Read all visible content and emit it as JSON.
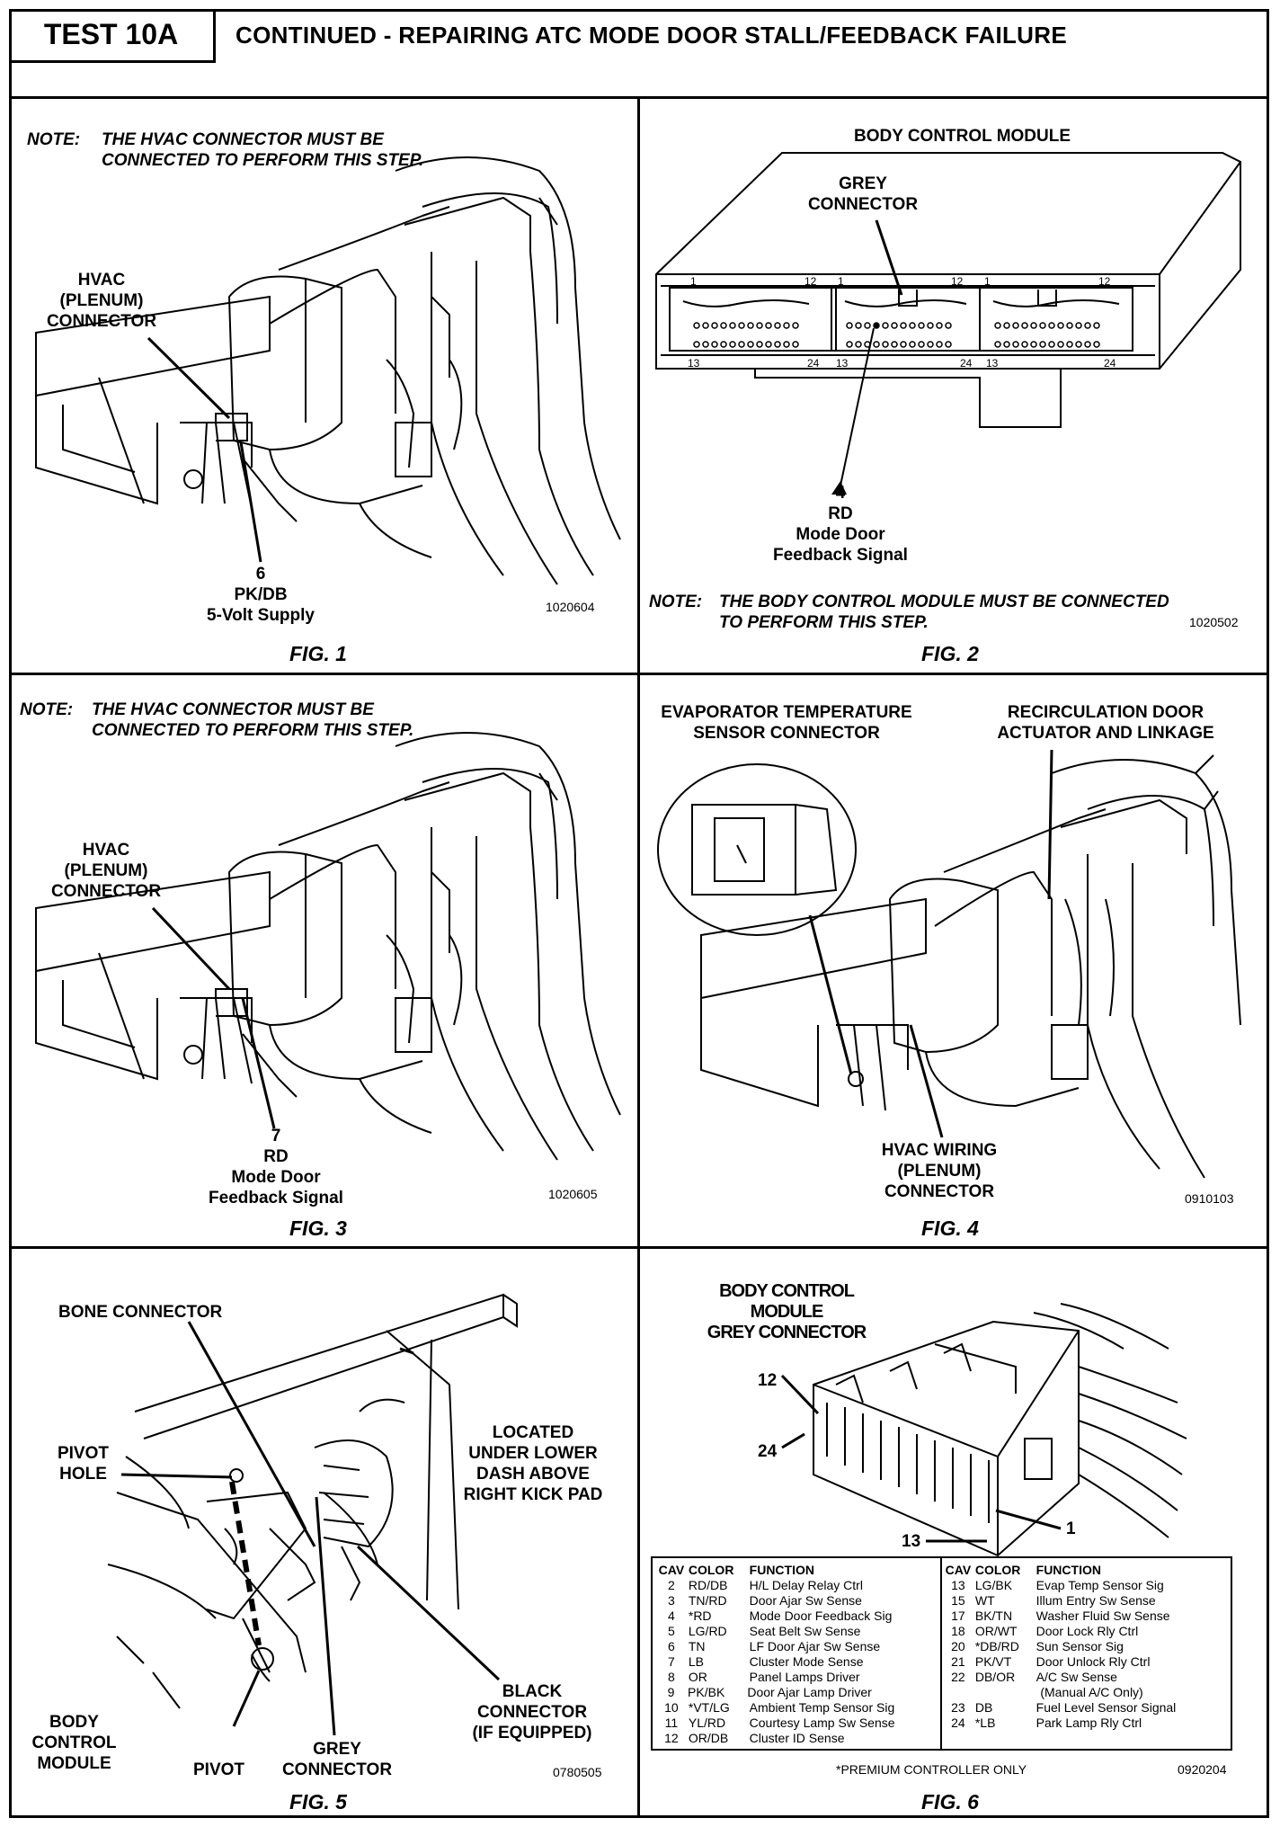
{
  "header": {
    "test_label": "TEST 10A",
    "title": "CONTINUED - REPAIRING ATC MODE DOOR STALL/FEEDBACK FAILURE"
  },
  "fig1": {
    "note_prefix": "NOTE:",
    "note_line1": "THE HVAC CONNECTOR MUST BE",
    "note_line2": "CONNECTED TO PERFORM THIS STEP.",
    "connector_label": [
      "HVAC",
      "(PLENUM)",
      "CONNECTOR"
    ],
    "pin_label": [
      "6",
      "PK/DB",
      "5-Volt Supply"
    ],
    "code": "1020604",
    "caption": "FIG. 1"
  },
  "fig2": {
    "title": "BODY CONTROL MODULE",
    "connector_label": [
      "GREY",
      "CONNECTOR"
    ],
    "pin_numbers": [
      "1",
      "12",
      "1",
      "12",
      "1",
      "12",
      "13",
      "24",
      "13",
      "24",
      "13",
      "24"
    ],
    "pin_label": [
      "4",
      "RD",
      "Mode Door",
      "Feedback Signal"
    ],
    "note_prefix": "NOTE:",
    "note_line1": "THE BODY CONTROL MODULE MUST BE CONNECTED",
    "note_line2": "TO PERFORM THIS STEP.",
    "code": "1020502",
    "caption": "FIG. 2"
  },
  "fig3": {
    "note_prefix": "NOTE:",
    "note_line1": "THE HVAC CONNECTOR MUST BE",
    "note_line2": "CONNECTED TO PERFORM THIS STEP.",
    "connector_label": [
      "HVAC",
      "(PLENUM)",
      "CONNECTOR"
    ],
    "pin_label": [
      "7",
      "RD",
      "Mode Door",
      "Feedback Signal"
    ],
    "code": "1020605",
    "caption": "FIG. 3"
  },
  "fig4": {
    "evap_label": [
      "EVAPORATOR TEMPERATURE",
      "SENSOR CONNECTOR"
    ],
    "recirc_label": [
      "RECIRCULATION DOOR",
      "ACTUATOR AND LINKAGE"
    ],
    "hvac_label": [
      "HVAC WIRING",
      "(PLENUM)",
      "CONNECTOR"
    ],
    "code": "0910103",
    "caption": "FIG. 4"
  },
  "fig5": {
    "bone_label": "BONE CONNECTOR",
    "located_label": [
      "LOCATED",
      "UNDER LOWER",
      "DASH ABOVE",
      "RIGHT KICK PAD"
    ],
    "pivot_hole_label": [
      "PIVOT",
      "HOLE"
    ],
    "bcm_label": [
      "BODY",
      "CONTROL",
      "MODULE"
    ],
    "pivot_label": "PIVOT",
    "grey_label": [
      "GREY",
      "CONNECTOR"
    ],
    "black_label": [
      "BLACK",
      "CONNECTOR",
      "(IF EQUIPPED)"
    ],
    "code": "0780505",
    "caption": "FIG. 5"
  },
  "fig6": {
    "title": [
      "BODY CONTROL",
      "MODULE",
      "GREY CONNECTOR"
    ],
    "pin_callouts": [
      "12",
      "24",
      "13",
      "1"
    ],
    "table_headers": [
      "CAV",
      "COLOR",
      "FUNCTION",
      "CAV",
      "COLOR",
      "FUNCTION"
    ],
    "table_rows": [
      [
        "2",
        "RD/DB",
        "H/L Delay Relay Ctrl",
        "13",
        "LG/BK",
        "Evap Temp Sensor Sig"
      ],
      [
        "3",
        "TN/RD",
        "Door Ajar Sw Sense",
        "15",
        "WT",
        "Illum Entry Sw Sense"
      ],
      [
        "4",
        "*RD",
        "Mode Door Feedback Sig",
        "17",
        "BK/TN",
        "Washer Fluid Sw Sense"
      ],
      [
        "5",
        "LG/RD",
        "Seat Belt Sw Sense",
        "18",
        "OR/WT",
        "Door Lock Rly Ctrl"
      ],
      [
        "6",
        "TN",
        "LF Door Ajar Sw Sense",
        "20",
        "*DB/RD",
        "Sun Sensor Sig"
      ],
      [
        "7",
        "LB",
        "Cluster Mode Sense",
        "21",
        "PK/VT",
        "Door Unlock Rly Ctrl"
      ],
      [
        "8",
        "OR",
        "Panel Lamps Driver",
        "22",
        "DB/OR",
        "A/C Sw Sense"
      ],
      [
        "9",
        "PK/BK",
        "Door Ajar Lamp Driver",
        "",
        "",
        "(Manual A/C Only)"
      ],
      [
        "10",
        "*VT/LG",
        "Ambient Temp Sensor Sig",
        "23",
        "DB",
        "Fuel Level Sensor Signal"
      ],
      [
        "11",
        "YL/RD",
        "Courtesy Lamp Sw Sense",
        "24",
        "*LB",
        "Park Lamp Rly Ctrl"
      ],
      [
        "12",
        "OR/DB",
        "Cluster ID Sense",
        "",
        "",
        ""
      ]
    ],
    "footnote": "*PREMIUM CONTROLLER ONLY",
    "code": "0920204",
    "caption": "FIG. 6"
  }
}
